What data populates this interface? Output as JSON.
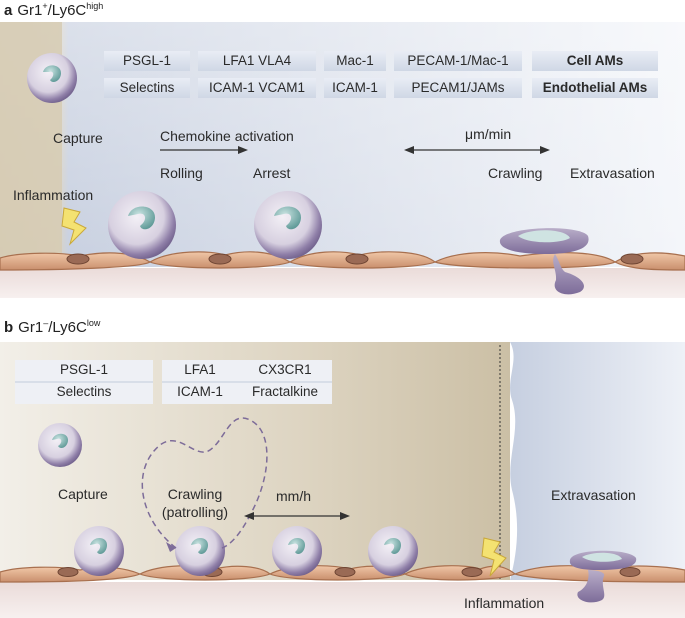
{
  "panel_a": {
    "letter": "a",
    "title_main": "Gr1",
    "title_sup1": "+",
    "title_mid": "/Ly6C",
    "title_sup2": "high",
    "cell_am_row": [
      "PSGL-1",
      "LFA1 VLA4",
      "Mac-1",
      "PECAM-1/Mac-1",
      "Cell AMs"
    ],
    "endothelial_am_row": [
      "Selectins",
      "ICAM-1 VCAM1",
      "ICAM-1",
      "PECAM1/JAMs",
      "Endothelial AMs"
    ],
    "capture": "Capture",
    "chemokine": "Chemokine activation",
    "rolling": "Rolling",
    "arrest": "Arrest",
    "speed": "μm/min",
    "crawling": "Crawling",
    "extravasation": "Extravasation",
    "inflammation": "Inflammation"
  },
  "panel_b": {
    "letter": "b",
    "title_main": "Gr1",
    "title_sup1": "–",
    "title_mid": "/Ly6C",
    "title_sup2": "low",
    "box1_top": "PSGL-1",
    "box1_bottom": "Selectins",
    "box2_top_left": "LFA1",
    "box2_top_right": "CX3CR1",
    "box2_bottom_left": "ICAM-1",
    "box2_bottom_right": "Fractalkine",
    "capture": "Capture",
    "crawling": "Crawling",
    "patrolling": "(patrolling)",
    "speed": "mm/h",
    "extravasation": "Extravasation",
    "inflammation": "Inflammation"
  },
  "colors": {
    "cell_purple": "#8b7aa3",
    "nucleus_teal": "#6fa5a3",
    "endothelium": "#d9a785",
    "background_blue": "#dfe5f0",
    "background_tan": "#d6cdbb"
  }
}
